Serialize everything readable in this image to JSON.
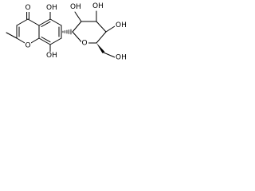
{
  "molecule": {
    "atom_labels": {
      "carbonyl_oxygen": "O",
      "phenol_oh_top": "OH",
      "phenol_oh_bottom": "OH",
      "ring_oxygen_chromone": "O",
      "ring_oxygen_sugar": "O",
      "sugar_oh_c2": "OH",
      "sugar_oh_c3": "OH",
      "sugar_oh_c4": "OH",
      "sugar_oh_ch2": "OH"
    },
    "colors": {
      "bond": "#000000",
      "text": "#000000",
      "background": "#ffffff"
    }
  }
}
